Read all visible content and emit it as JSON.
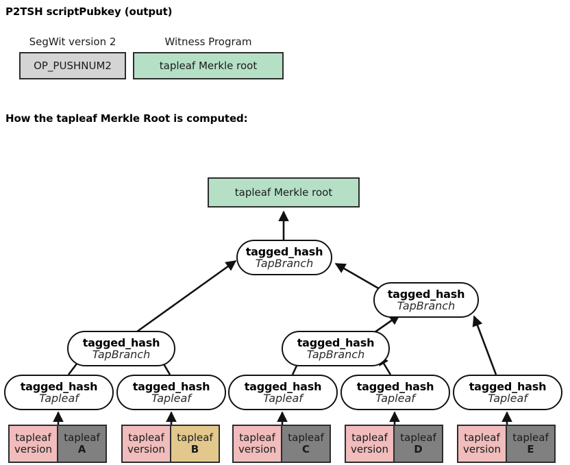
{
  "headings": {
    "scriptpubkey": "P2TSH scriptPubkey (output)",
    "howto": "How the tapleaf Merkle Root is computed:"
  },
  "scriptpubkey": {
    "fields": [
      {
        "label": "SegWit version 2",
        "value": "OP_PUSHNUM2",
        "color": "#d4d4d4"
      },
      {
        "label": "Witness Program",
        "value": "tapleaf Merkle root",
        "color": "#b5e0c6"
      }
    ]
  },
  "tree": {
    "root_box": {
      "label": "tapleaf Merkle root",
      "color": "#b5e0c6"
    },
    "node_title": "tagged_hash",
    "branch_subtitle": "TapBranch",
    "leaf_subtitle": "Tapleaf",
    "branches": [
      {
        "id": "branch-top",
        "title": "tagged_hash",
        "subtitle": "TapBranch"
      },
      {
        "id": "branch-right",
        "title": "tagged_hash",
        "subtitle": "TapBranch"
      },
      {
        "id": "branch-ab",
        "title": "tagged_hash",
        "subtitle": "TapBranch"
      },
      {
        "id": "branch-cd",
        "title": "tagged_hash",
        "subtitle": "TapBranch"
      }
    ],
    "leaves": [
      {
        "id": "leaf-a",
        "title": "tagged_hash",
        "subtitle": "Tapleaf"
      },
      {
        "id": "leaf-b",
        "title": "tagged_hash",
        "subtitle": "Tapleaf"
      },
      {
        "id": "leaf-c",
        "title": "tagged_hash",
        "subtitle": "Tapleaf"
      },
      {
        "id": "leaf-d",
        "title": "tagged_hash",
        "subtitle": "Tapleaf"
      },
      {
        "id": "leaf-e",
        "title": "tagged_hash",
        "subtitle": "Tapleaf"
      }
    ],
    "leaf_data": [
      {
        "version_line1": "tapleaf",
        "version_line2": "version",
        "script_line1": "tapleaf",
        "script_name": "A",
        "script_color": "#808080",
        "version_color": "#f0bcbc"
      },
      {
        "version_line1": "tapleaf",
        "version_line2": "version",
        "script_line1": "tapleaf",
        "script_name": "B",
        "script_color": "#e2c88c",
        "version_color": "#f0bcbc"
      },
      {
        "version_line1": "tapleaf",
        "version_line2": "version",
        "script_line1": "tapleaf",
        "script_name": "C",
        "script_color": "#808080",
        "version_color": "#f0bcbc"
      },
      {
        "version_line1": "tapleaf",
        "version_line2": "version",
        "script_line1": "tapleaf",
        "script_name": "D",
        "script_color": "#808080",
        "version_color": "#f0bcbc"
      },
      {
        "version_line1": "tapleaf",
        "version_line2": "version",
        "script_line1": "tapleaf",
        "script_name": "E",
        "script_color": "#808080",
        "version_color": "#f0bcbc"
      }
    ]
  },
  "colors": {
    "green": "#b5e0c6",
    "gray_box": "#d4d4d4",
    "script_gray": "#808080",
    "script_tan": "#e2c88c",
    "version_pink": "#f0bcbc",
    "outline": "#2b2b2b",
    "node_outline": "#111111"
  }
}
